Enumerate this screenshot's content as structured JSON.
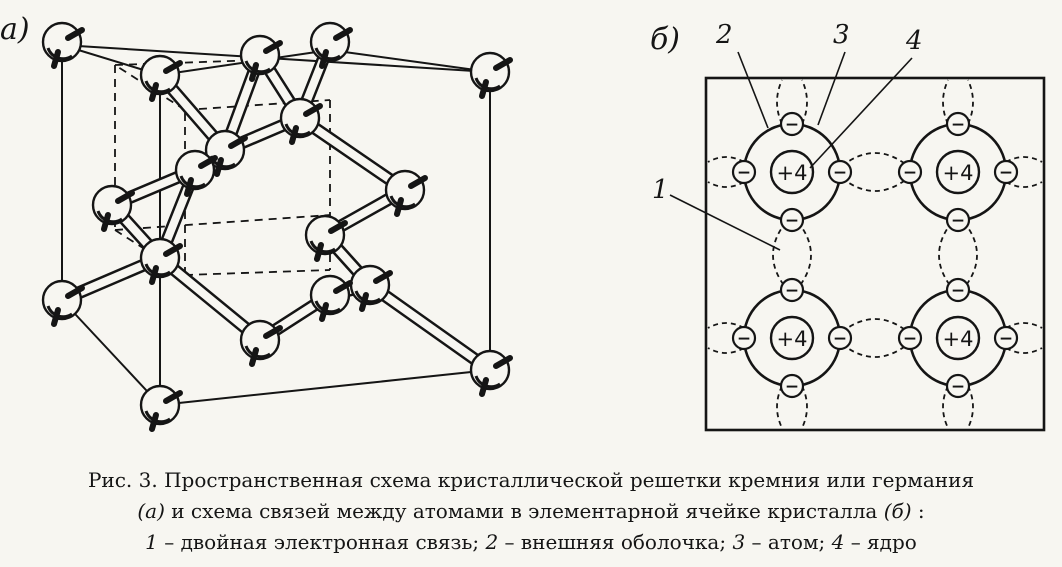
{
  "panels": {
    "a": {
      "label": "а)"
    },
    "b": {
      "label": "б)",
      "nucleus_charge": "+4",
      "electron_sign": "−",
      "callouts": [
        "1",
        "2",
        "3",
        "4"
      ]
    }
  },
  "caption": {
    "line1": "Рис. 3. Пространственная схема кристаллической решетки кремния или германия",
    "line2_a": "(а)",
    "line2_mid": " и схема связей между атомами в элементарной ячейке кристалла ",
    "line2_b": "(б)",
    "line2_end": " :",
    "line3_n1": "1",
    "line3_t1": " – двойная электронная связь; ",
    "line3_n2": "2",
    "line3_t2": " – внешняя оболочка; ",
    "line3_n3": "3",
    "line3_t3": " – атом; ",
    "line3_n4": "4",
    "line3_t4": " – ядро"
  },
  "colors": {
    "ink": "#151515",
    "paper": "#f7f6f1"
  }
}
